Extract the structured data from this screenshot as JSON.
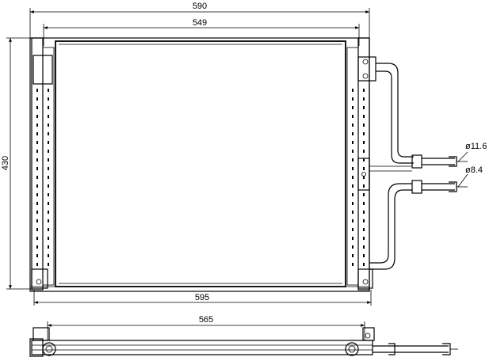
{
  "dimensions": {
    "overall_width": "590",
    "core_width": "549",
    "height": "430",
    "bottom_width": "595",
    "bottom_view_width": "565",
    "pipe_diameter_large": "ø11.6",
    "pipe_diameter_small": "ø8.4"
  },
  "colors": {
    "line": "#000000",
    "background": "#ffffff"
  }
}
